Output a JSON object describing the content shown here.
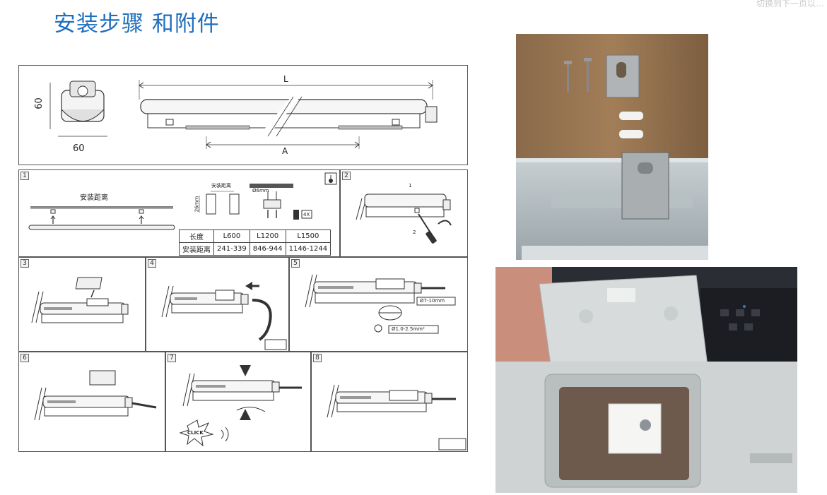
{
  "page": {
    "title": "安装步骤 和附件",
    "corner_text": "切换到下一页以…"
  },
  "dimension_panel": {
    "height_label": "60",
    "width_label": "60",
    "length_label": "L",
    "anchor_label": "A"
  },
  "steps": [
    {
      "number": "1",
      "distance_label": "安装距离",
      "top_view_label": "安装距离",
      "depth_label": "26mm",
      "drill_label": "Ø6mm",
      "screws_label": "4X"
    },
    {
      "number": "2",
      "callout_1": "1",
      "callout_2": "2"
    },
    {
      "number": "3"
    },
    {
      "number": "4"
    },
    {
      "number": "5",
      "cable_label": "Ø7-10mm",
      "wire_label": "Ø1.0-2.5mm²"
    },
    {
      "number": "6"
    },
    {
      "number": "7",
      "click_label": "CLICK"
    },
    {
      "number": "8"
    }
  ],
  "spec_table": {
    "headers": [
      "长度",
      "L600",
      "L1200",
      "L1500"
    ],
    "row": [
      "安装距离",
      "241-339",
      "846-944",
      "1146-1244"
    ]
  },
  "photos": [
    {
      "name": "accessories-photo",
      "description": ""
    },
    {
      "name": "terminal-box-photo",
      "description": ""
    }
  ]
}
